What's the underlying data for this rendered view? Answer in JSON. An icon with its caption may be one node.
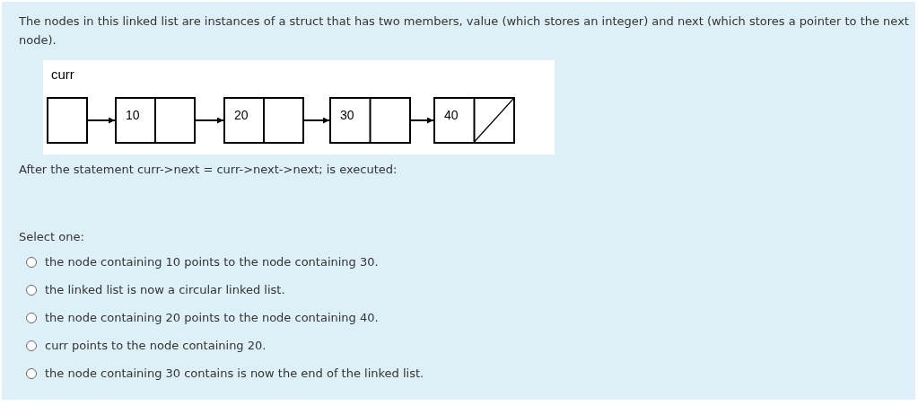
{
  "diagram": {
    "title": "The nodes in this linked list are instances of a struct that has two members, value (which stores an integer) and next (which stores a pointer to the next node).",
    "nodes": [
      {
        "text": [],
        "shape": "box",
        "beside": [
          "curr"
        ]
      },
      {
        "text": [
          "10"
        ]
      },
      {
        "text": [
          "20"
        ]
      },
      {
        "text": [
          "30"
        ]
      },
      {
        "text": [
          "40"
        ]
      }
    ],
    "edges": [
      {
        "from": 0,
        "to": 1,
        "arrow": "to"
      },
      {
        "from": 1,
        "to": 2,
        "arrow": "to"
      },
      {
        "from": 2,
        "to": 3,
        "arrow": "to"
      },
      {
        "from": 3,
        "to": 4,
        "arrow": "to"
      }
    ],
    "labels": [
      "After the statement curr->next = curr->next->next; is executed:",
      "Select one:",
      "the node containing 10 points to the node containing 30.",
      "the linked list is now a circular linked list.",
      "the node containing 20 points to the node containing 40.",
      "curr points to the node containing 20.",
      "the node containing 30 contains is now the end of the linked list."
    ]
  }
}
